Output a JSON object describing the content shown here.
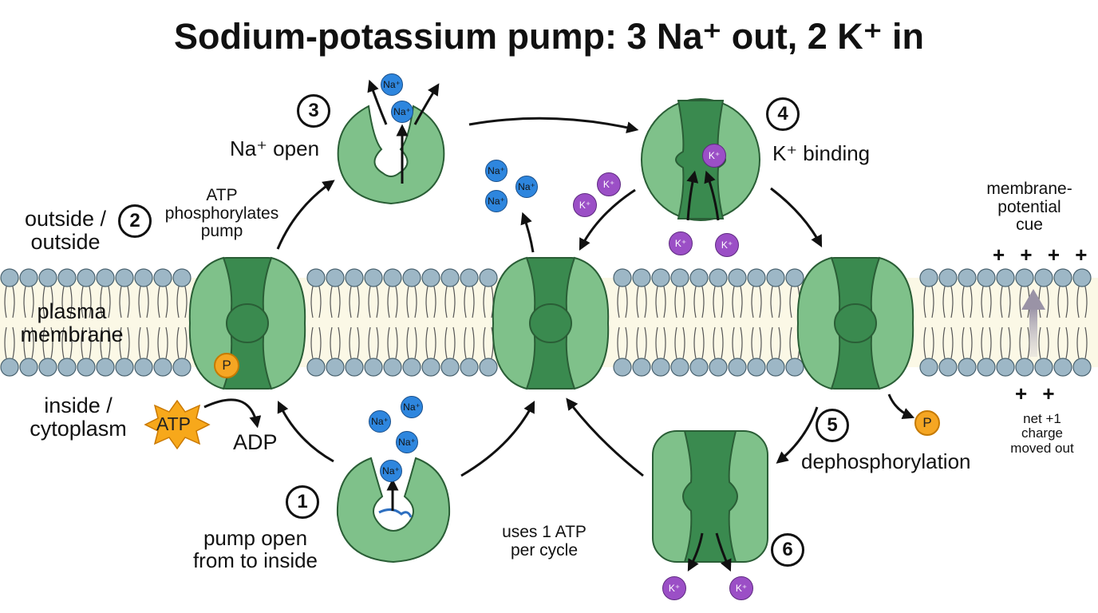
{
  "title": "Sodium-potassium pump: 3 Na⁺ out, 2 K⁺ in",
  "labels": {
    "outside_1": "outside /",
    "outside_2": "outside",
    "membrane_1": "plasma",
    "membrane_2": "membrane",
    "inside_1": "inside /",
    "inside_2": "cytoplasm",
    "adp": "ADP",
    "atp": "ATP",
    "atp_phos_1": "ATP",
    "atp_phos_2": "phosphorylates",
    "atp_phos_3": "pump",
    "uses_atp_1": "uses 1 ATP",
    "uses_atp_2": "per cycle",
    "cue_1": "membrane-",
    "cue_2": "potential",
    "cue_3": "cue",
    "plus_top": "+ + + +",
    "plus_bottom": "+ +",
    "net_1": "net +1",
    "net_2": "charge",
    "net_3": "moved out",
    "phosphate": "P"
  },
  "steps": [
    {
      "number": "1",
      "line1": "pump open",
      "line2": "from to inside"
    },
    {
      "number": "2"
    },
    {
      "number": "3",
      "line1": "Na⁺ open"
    },
    {
      "number": "4",
      "line1": "K⁺ binding"
    },
    {
      "number": "5",
      "line1": "dephosphorylation"
    },
    {
      "number": "6"
    }
  ],
  "ions": {
    "na": "Na⁺",
    "k": "K⁺"
  },
  "colors": {
    "pump_light": "#7fc18a",
    "pump_dark": "#3a8a4f",
    "pump_stroke": "#2a5e36",
    "membrane_fill": "#fbf8e6",
    "lipid_head": "#9db7c6",
    "na": "#2e86de",
    "k": "#9b4fc6",
    "phosphate": "#f5a623",
    "atp_star": "#f7a81b"
  }
}
